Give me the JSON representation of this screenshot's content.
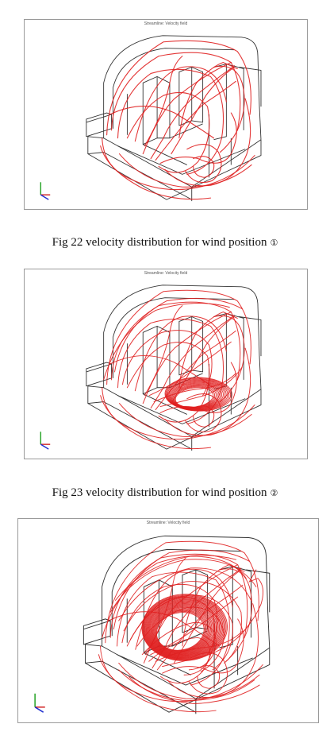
{
  "figures": [
    {
      "panel_title": "Streamline: Velocity field",
      "caption": "Fig 22 velocity distribution for wind position",
      "marker": "①",
      "streamline_density": "sparse",
      "vortex": "none"
    },
    {
      "panel_title": "Streamline: Velocity field",
      "caption": "Fig 23 velocity distribution for wind position",
      "marker": "②",
      "streamline_density": "medium",
      "vortex": "lower-center"
    },
    {
      "panel_title": "Streamline: Velocity field",
      "caption": "",
      "marker": "",
      "streamline_density": "dense",
      "vortex": "center"
    }
  ],
  "colors": {
    "streamline": "#e02020",
    "geometry": "#333333",
    "axis_x": "#d02020",
    "axis_y": "#20a020",
    "axis_z": "#2030d0"
  }
}
